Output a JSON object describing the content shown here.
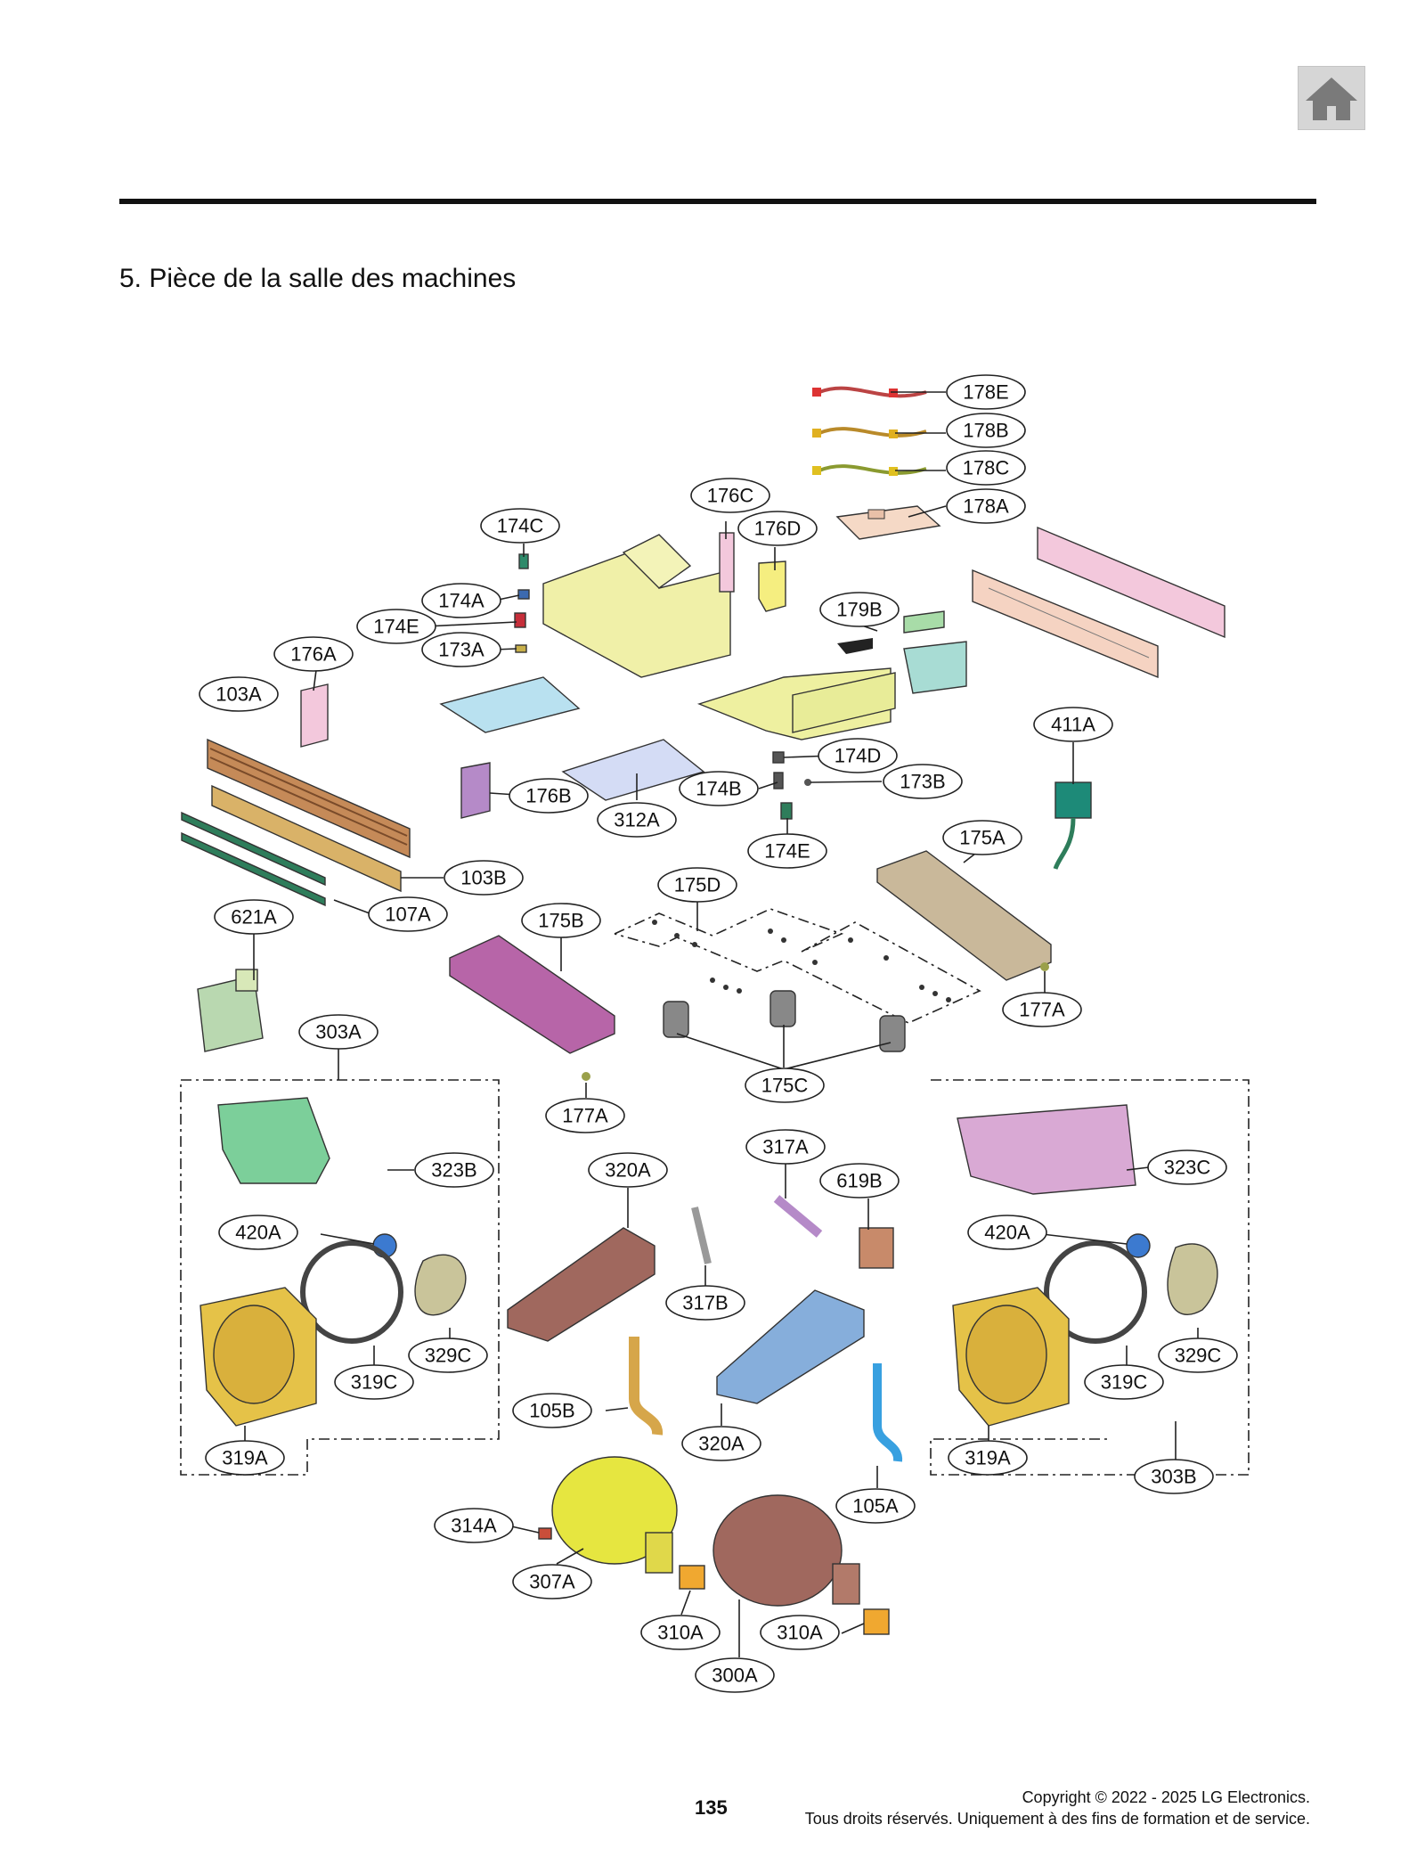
{
  "header": {
    "home_icon": "home-icon",
    "section_title": "5. Pièce de la salle des machines"
  },
  "callouts": {
    "c178E": "178E",
    "c178B": "178B",
    "c178C": "178C",
    "c178A": "178A",
    "c176C": "176C",
    "c176D": "176D",
    "c174C": "174C",
    "c174A": "174A",
    "c174E_top": "174E",
    "c173A": "173A",
    "c176A": "176A",
    "c103A": "103A",
    "c179B": "179B",
    "c411A": "411A",
    "c174D": "174D",
    "c174B": "174B",
    "c173B": "173B",
    "c176B": "176B",
    "c312A": "312A",
    "c174E_mid": "174E",
    "c175A": "175A",
    "c103B": "103B",
    "c107A": "107A",
    "c621A": "621A",
    "c175D": "175D",
    "c175B": "175B",
    "c177A_right": "177A",
    "c303A": "303A",
    "c175C": "175C",
    "c177A_mid": "177A",
    "c317A": "317A",
    "c320A_top": "320A",
    "c619B": "619B",
    "c323B": "323B",
    "c323C": "323C",
    "c420A_left": "420A",
    "c420A_right": "420A",
    "c317B": "317B",
    "c329C_left": "329C",
    "c329C_right": "329C",
    "c319C_left": "319C",
    "c319C_right": "319C",
    "c105B": "105B",
    "c320A_bot": "320A",
    "c319A_left": "319A",
    "c319A_right": "319A",
    "c303B": "303B",
    "c105A": "105A",
    "c314A": "314A",
    "c307A": "307A",
    "c310A_left": "310A",
    "c310A_right": "310A",
    "c300A": "300A"
  },
  "colors": {
    "yellow_frame": "#f0f0a8",
    "light_blue": "#b9e1f0",
    "pink": "#f3c8dc",
    "wood": "#c58a58",
    "green": "#2e7d5b",
    "purple": "#b58ac8",
    "magenta": "#b765a8",
    "tan": "#c9b89a",
    "gold": "#e5c248",
    "yellow_compressor": "#e6e640",
    "brown_compressor": "#a0685e"
  },
  "footer": {
    "page_number": "135",
    "copyright_line1": "Copyright © 2022 - 2025 LG Electronics.",
    "copyright_line2": "Tous droits réservés. Uniquement à des fins de formation et de service."
  }
}
